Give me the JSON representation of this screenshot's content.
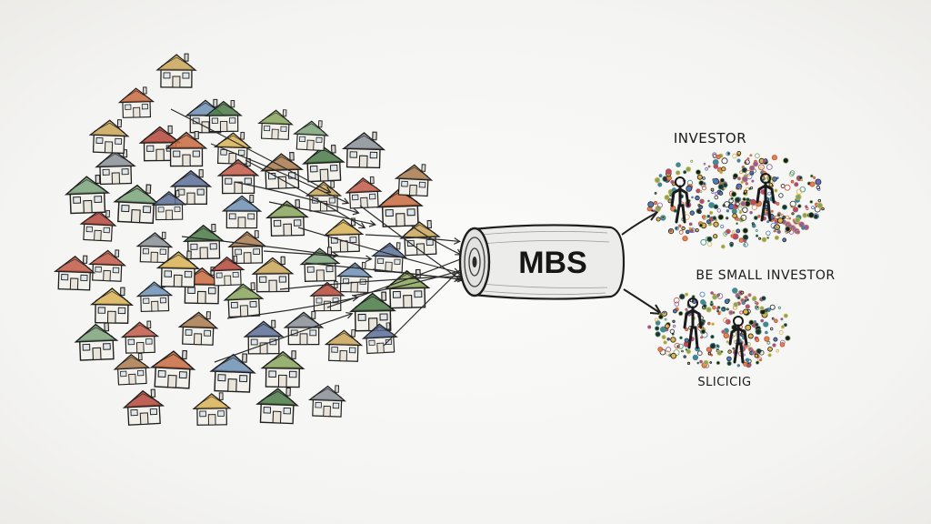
{
  "pool": {
    "house_count": 61,
    "roof_colors": [
      "#c9a458",
      "#c86a3e",
      "#6e8fb4",
      "#88a55a",
      "#b4473a",
      "#d8b255",
      "#4a7a48",
      "#8a8f96",
      "#a87a4e",
      "#5c6f98",
      "#c25a48",
      "#7da37a"
    ]
  },
  "security": {
    "label": "MBS"
  },
  "investors": {
    "top_label": "INVESTOR",
    "middle_label": "BE SMALL INVESTOR",
    "bottom_label": "SLICICIG"
  },
  "colors": {
    "ink": "#1f1f1f",
    "paper": "#f6f6f4",
    "dots": [
      "#d9874a",
      "#4f78b8",
      "#7fa860",
      "#c84b3c",
      "#2b2b2b",
      "#e0b64c",
      "#8a5ea8",
      "#3c8f7a",
      "#1b1b1b"
    ]
  }
}
